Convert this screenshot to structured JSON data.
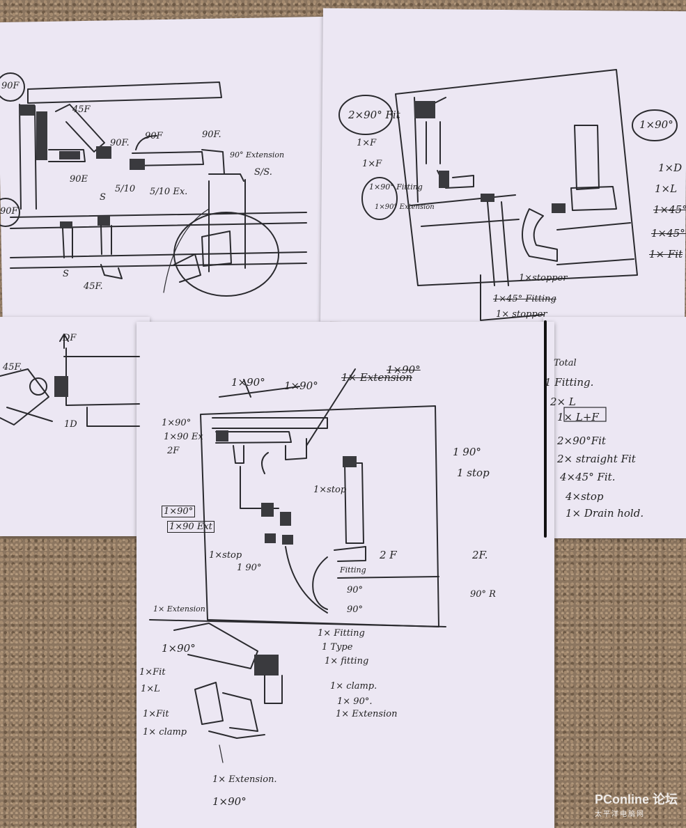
{
  "sheet_top_left": {
    "labels": [
      "90F",
      "45F",
      "90F.",
      "90F",
      "90F.",
      "90° Extension",
      "S/S.",
      "90E",
      "S",
      "90F",
      "5/10",
      "5/10 Ex.",
      "S",
      "45F."
    ]
  },
  "sheet_top_right": {
    "labels": [
      "2×90° Fit",
      "1×F",
      "1×F",
      "1×90° Fitting",
      "1×90° Extension",
      "1×90°",
      "1×D",
      "1×L",
      "1×45°",
      "1×45° Fit",
      "1× Fit",
      "1×stopper",
      "1×45° Fitting",
      "1× stopper"
    ]
  },
  "sheet_middle_left": {
    "labels": [
      "DF",
      "45F.",
      "1D"
    ]
  },
  "sheet_bottom": {
    "top_labels": [
      "1×90°",
      "1×90°",
      "1× Extension",
      "1×90°"
    ],
    "left_labels": [
      "1×90°",
      "1×90 Ex",
      "2F",
      "1×90°",
      "1×90 Ext",
      "1×stop",
      "1 90°",
      "1× Extension",
      "1×90°",
      "1×Fit",
      "1×L",
      "1×Fit",
      "1× clamp"
    ],
    "right_labels": [
      "1 90°",
      "1 stop",
      "1×stop",
      "2 F",
      "2F.",
      "Fitting",
      "90°",
      "90°",
      "90° R",
      "1× Fitting",
      "1 Type",
      "1× fitting",
      "1× clamp.",
      "1× 90°.",
      "1× Extension"
    ],
    "bottom_labels": [
      "1× Extension.",
      "1×90°"
    ]
  },
  "sheet_total": {
    "title": "Total",
    "items": [
      "1 Fitting.",
      "2× L",
      "1× L+F",
      "2×90°Fit",
      "2× straight Fit",
      "4×45° Fit.",
      "4×stop",
      "1× Drain hold."
    ]
  },
  "watermark": {
    "brand": "PConline",
    "suffix": "论坛",
    "sub": "太平洋电脑网"
  },
  "colors": {
    "paper": "#ece7f3",
    "ink": "#2a2a2e",
    "carpet": "#8c7660"
  }
}
